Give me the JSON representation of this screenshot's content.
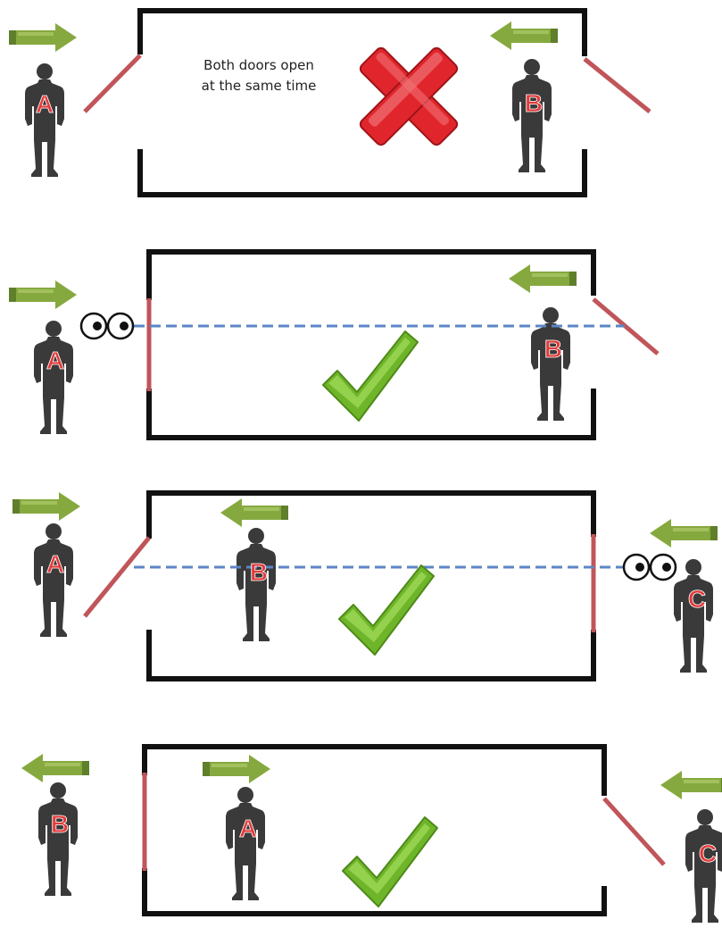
{
  "colors": {
    "wall": "#111111",
    "door": "#c0555a",
    "line_of_sight": "#5b86c5",
    "arrow_fill": "#86a93f",
    "arrow_tail": "#5f7f2b",
    "person": "#3a3a3a",
    "label_red": "#e23a3a",
    "cross_red": "#e0262c",
    "check_green": "#7cc32e"
  },
  "scenes": [
    {
      "caption_line1": "Both doors open",
      "caption_line2": "at the same time",
      "verdict": "cross-icon",
      "people": [
        {
          "label": "A",
          "facing": "right"
        },
        {
          "label": "B",
          "facing": "left"
        }
      ]
    },
    {
      "verdict": "check-icon",
      "people": [
        {
          "label": "A",
          "facing": "right"
        },
        {
          "label": "B",
          "facing": "left"
        }
      ]
    },
    {
      "verdict": "check-icon",
      "people": [
        {
          "label": "A",
          "facing": "right"
        },
        {
          "label": "B",
          "facing": "left"
        },
        {
          "label": "C",
          "facing": "left"
        }
      ]
    },
    {
      "verdict": "check-icon",
      "people": [
        {
          "label": "B",
          "facing": "left"
        },
        {
          "label": "A",
          "facing": "right"
        },
        {
          "label": "C",
          "facing": "left"
        }
      ]
    }
  ]
}
